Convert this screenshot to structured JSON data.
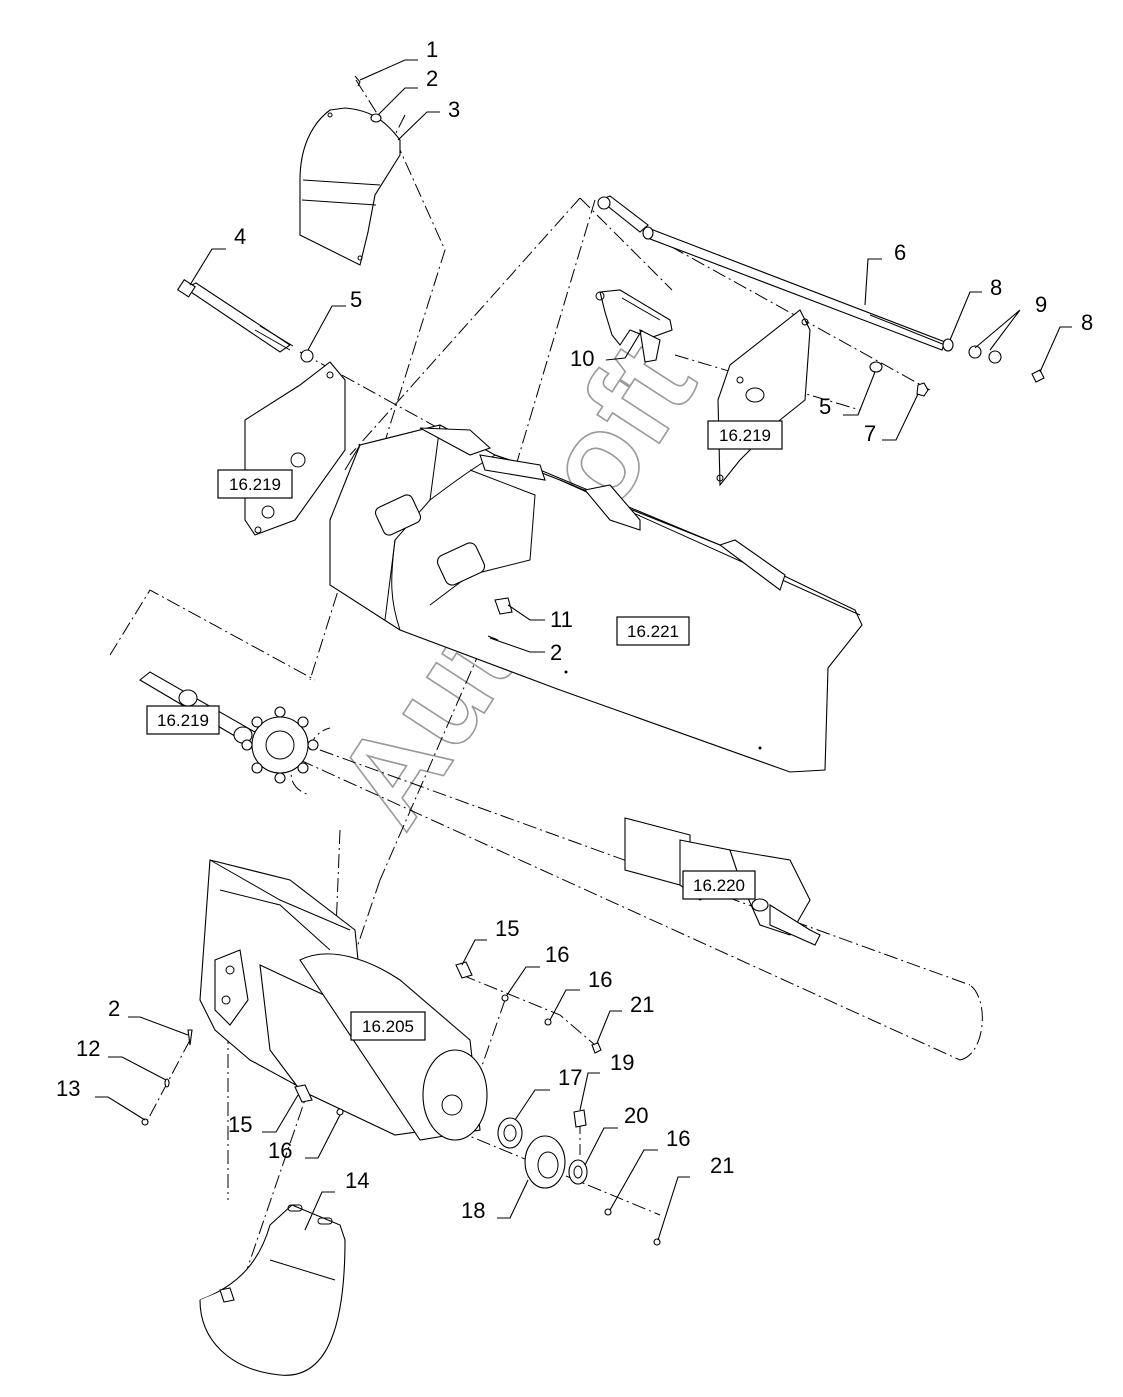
{
  "watermark": "AutoSoft",
  "callouts": {
    "c1": "1",
    "c2a": "2",
    "c3": "3",
    "c4": "4",
    "c5a": "5",
    "c6": "6",
    "c8a": "8",
    "c9": "9",
    "c8b": "8",
    "c10": "10",
    "c5b": "5",
    "c7": "7",
    "c11": "11",
    "c2b": "2",
    "c15a": "15",
    "c16a": "16",
    "c16b": "16",
    "c21a": "21",
    "c2c": "2",
    "c12": "12",
    "c13": "13",
    "c17": "17",
    "c19": "19",
    "c20": "20",
    "c16c": "16",
    "c21b": "21",
    "c15b": "15",
    "c16d": "16",
    "c18": "18",
    "c14": "14"
  },
  "references": {
    "r1": "16.219",
    "r2": "16.219",
    "r3": "16.219",
    "r4": "16.221",
    "r5": "16.220",
    "r6": "16.205"
  }
}
